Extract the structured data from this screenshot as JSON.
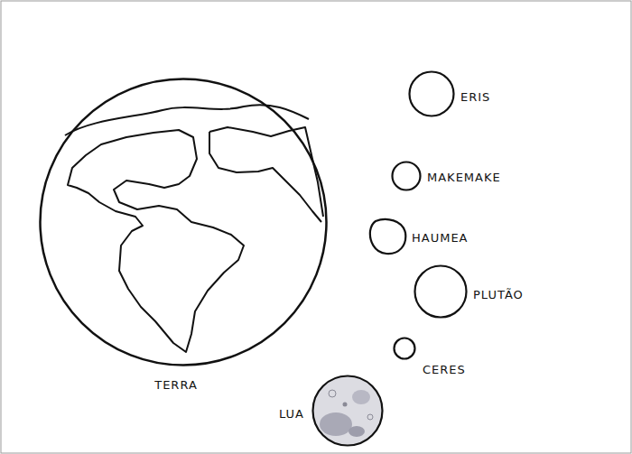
{
  "diagram": {
    "nodes": [
      {
        "text": [
          "TERRA"
        ]
      },
      {
        "text": [
          "ERIS"
        ]
      },
      {
        "text": [
          "MAKEMAKE"
        ]
      },
      {
        "text": [
          "HAUMEA"
        ]
      },
      {
        "text": [
          "PLUTÃO"
        ]
      },
      {
        "text": [
          "CERES"
        ]
      },
      {
        "text": [
          "LUA"
        ]
      }
    ]
  }
}
